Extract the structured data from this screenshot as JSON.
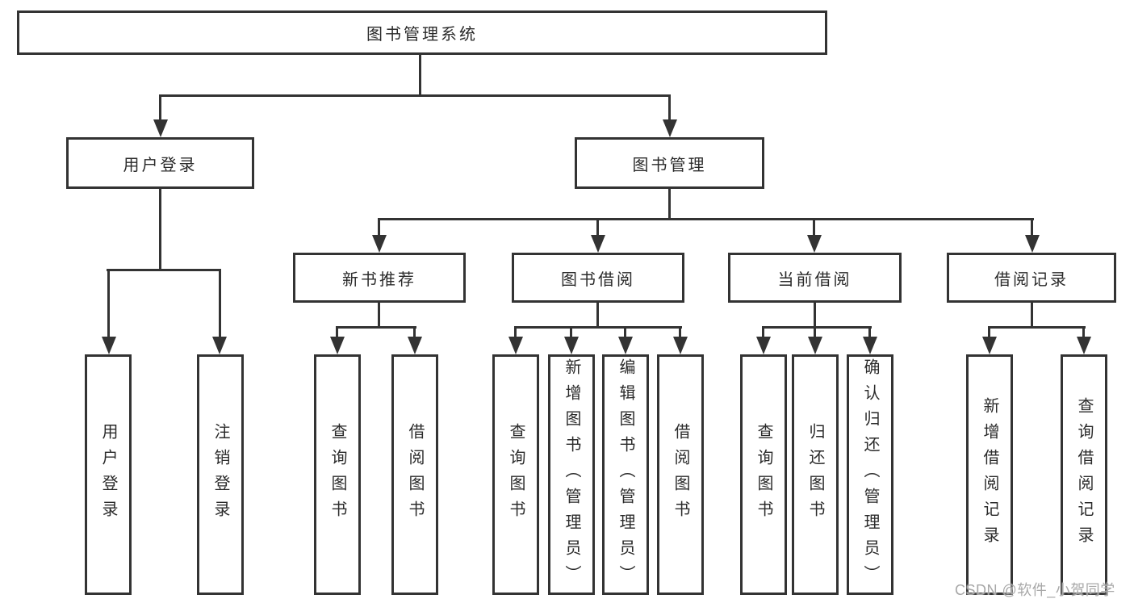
{
  "diagram": {
    "type": "tree",
    "background": "#ffffff",
    "line_color": "#333333",
    "box_border_color": "#333333",
    "text_color": "#2b2b2b",
    "watermark": {
      "text": "CSDN @软件_小贺同学",
      "color": "#a8a8a8"
    },
    "tree": {
      "label": "图书管理系统",
      "children": [
        {
          "label": "用户登录",
          "children": [
            {
              "label": "用户登录"
            },
            {
              "label": "注销登录"
            }
          ]
        },
        {
          "label": "图书管理",
          "children": [
            {
              "label": "新书推荐",
              "children": [
                {
                  "label": "查询图书"
                },
                {
                  "label": "借阅图书"
                }
              ]
            },
            {
              "label": "图书借阅",
              "children": [
                {
                  "label": "查询图书"
                },
                {
                  "label": "新增图书（管理员）"
                },
                {
                  "label": "编辑图书（管理员）"
                },
                {
                  "label": "借阅图书"
                }
              ]
            },
            {
              "label": "当前借阅",
              "children": [
                {
                  "label": "查询图书"
                },
                {
                  "label": "归还图书"
                },
                {
                  "label": "确认归还（管理员）"
                }
              ]
            },
            {
              "label": "借阅记录",
              "children": [
                {
                  "label": "新增借阅记录"
                },
                {
                  "label": "查询借阅记录"
                }
              ]
            }
          ]
        }
      ]
    }
  }
}
